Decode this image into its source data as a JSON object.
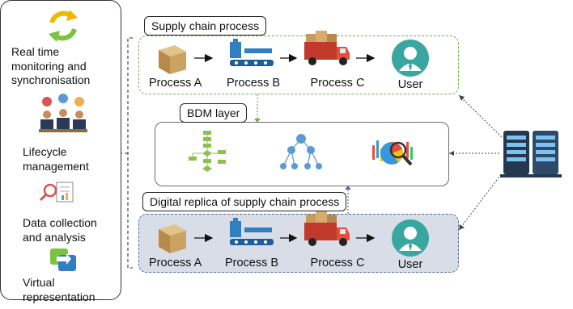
{
  "features": [
    {
      "label": "Real time\nmonitoring and\nsynchronisation",
      "icon": "recycle-arrows-icon"
    },
    {
      "label": "Lifecycle\nmanagement",
      "icon": "team-gears-icon"
    },
    {
      "label": "Data collection\nand analysis",
      "icon": "analysis-icon"
    },
    {
      "label": "Virtual\nrepresentation",
      "icon": "virtual-switch-icon"
    }
  ],
  "supply_chain": {
    "title": "Supply chain process",
    "nodes": [
      "Process A",
      "Process B",
      "Process C",
      "User"
    ]
  },
  "bdm": {
    "title": "BDM layer"
  },
  "replica": {
    "title": "Digital replica of supply chain process",
    "nodes": [
      "Process A",
      "Process B",
      "Process C",
      "User"
    ]
  },
  "colors": {
    "green_lane": "#6fb04a",
    "blue_lane": "#5a6e9a",
    "replica_fill": "#d8dde8",
    "user_teal": "#3aa6a0"
  }
}
